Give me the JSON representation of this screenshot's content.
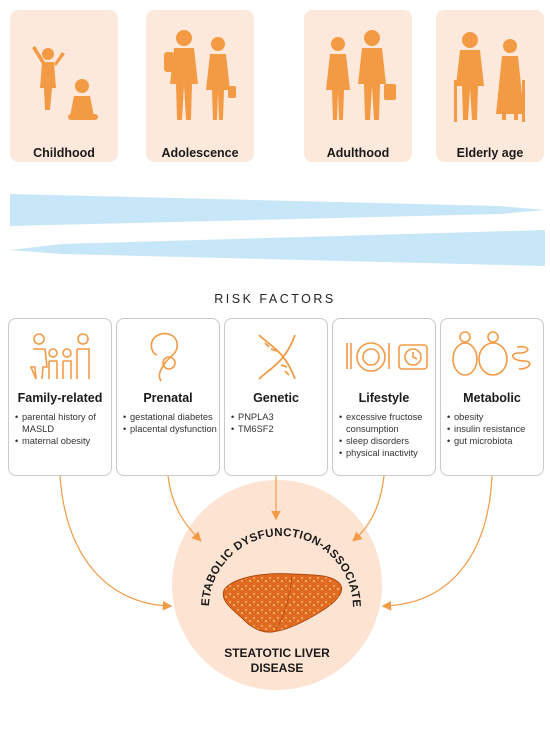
{
  "life_stages": [
    {
      "label": "Childhood"
    },
    {
      "label": "Adolescence"
    },
    {
      "label": "Adulthood"
    },
    {
      "label": "Elderly age"
    }
  ],
  "risk_title": "RISK FACTORS",
  "risk_factors": [
    {
      "name": "Family-related",
      "items": [
        "parental history of MASLD",
        "maternal obesity"
      ]
    },
    {
      "name": "Prenatal",
      "items": [
        "gestational diabetes",
        "placental dysfunction"
      ]
    },
    {
      "name": "Genetic",
      "items": [
        "PNPLA3",
        "TM6SF2"
      ]
    },
    {
      "name": "Lifestyle",
      "items": [
        "excessive fructose consumption",
        "sleep disorders",
        "physical inactivity"
      ]
    },
    {
      "name": "Metabolic",
      "items": [
        "obesity",
        "insulin resistance",
        "gut microbiota"
      ]
    }
  ],
  "disease": {
    "arc_text": "METABOLIC DYSFUNCTION-ASSOCIATED",
    "bottom_line1": "STEATOTIC LIVER",
    "bottom_line2": "DISEASE"
  },
  "colors": {
    "orange": "#f39a45",
    "peach": "#fde9dc",
    "circle": "#fde3d2",
    "arrow_blue": "#c7e6f7",
    "liver": "#e06a1f",
    "card_border": "#c9c9c9"
  }
}
